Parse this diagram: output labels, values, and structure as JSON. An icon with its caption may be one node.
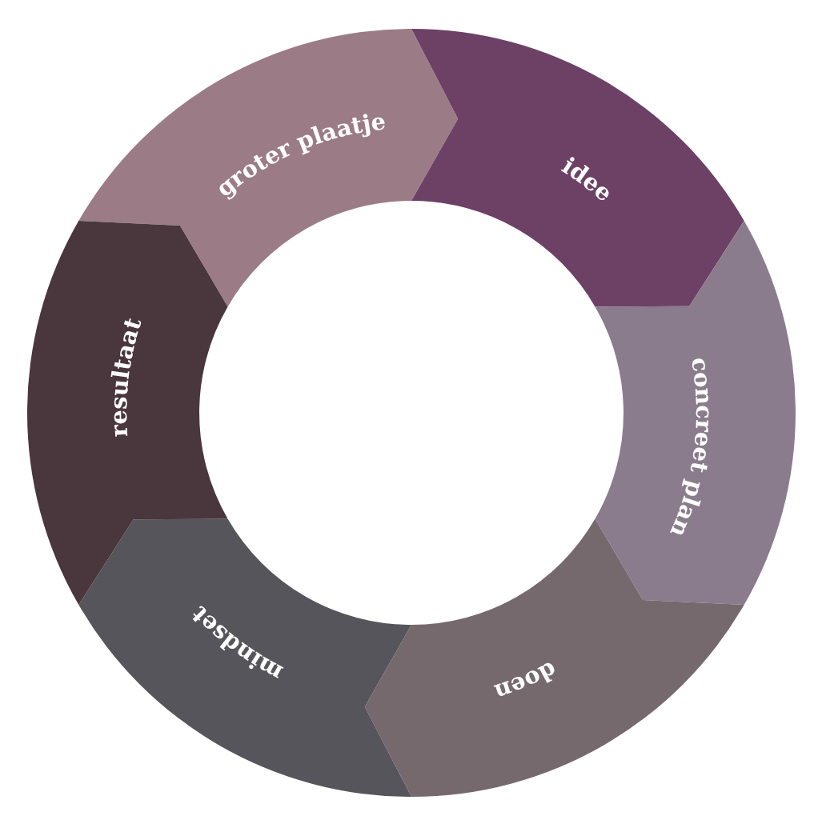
{
  "diagram": {
    "nodes": [
      {
        "text": [
          "groter plaatje"
        ]
      },
      {
        "text": [
          "idee"
        ]
      },
      {
        "text": [
          "concreet plan"
        ]
      },
      {
        "text": [
          "doen"
        ]
      },
      {
        "text": [
          "mindset"
        ]
      },
      {
        "text": [
          "resultaat"
        ]
      }
    ]
  }
}
